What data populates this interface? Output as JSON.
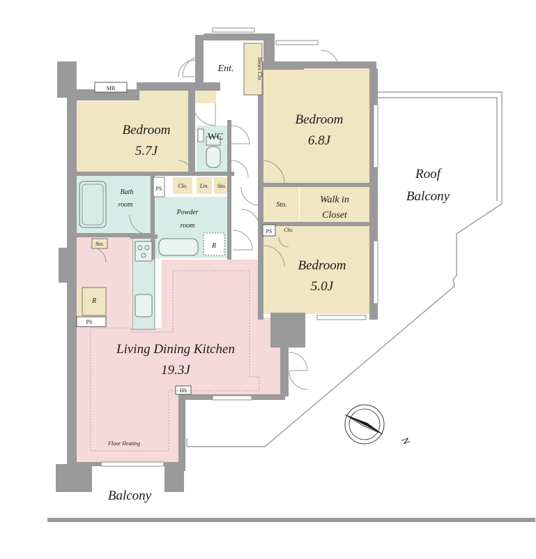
{
  "colors": {
    "bedroom": "#f1e6c2",
    "wet": "#d7ece6",
    "ldk": "#f6d9d9",
    "storage": "#f1e6c2",
    "wall": "#9a9a9a"
  },
  "rooms": {
    "bedroom_left": {
      "name": "Bedroom",
      "size": "5.7J"
    },
    "bedroom_upper_right": {
      "name": "Bedroom",
      "size": "6.8J"
    },
    "bedroom_lower_right": {
      "name": "Bedroom",
      "size": "5.0J"
    },
    "ldk": {
      "name": "Living Dining Kitchen",
      "size": "19.3J",
      "floor_heating": "Floor Heating"
    },
    "bathroom": {
      "line1": "Bath",
      "line2": "room"
    },
    "powder_room": {
      "line1": "Powder",
      "line2": "room"
    },
    "walk_in_closet": {
      "line1": "Walk in",
      "line2": "Closet"
    },
    "roof_balcony": {
      "line1": "Roof",
      "line2": "Balcony"
    },
    "balcony": "Balcony"
  },
  "small_labels": {
    "entrance": "Ent.",
    "shoes_closet": "Shoes Clo.",
    "mb": "MB",
    "wc": "WC",
    "clo_left": "Clo.",
    "lin": "Lin.",
    "sto_wc": "Sto.",
    "ps_bath": "PS",
    "sto_right": "Sto.",
    "ps_right": "PS",
    "clo_right": "Clo.",
    "r_powder": "R",
    "sto_kitchen": "Sto.",
    "r_kitchen": "R",
    "ps_kitchen": "PS",
    "hs": "HS"
  },
  "compass": {
    "north": "N",
    "icon": "compass-icon"
  }
}
